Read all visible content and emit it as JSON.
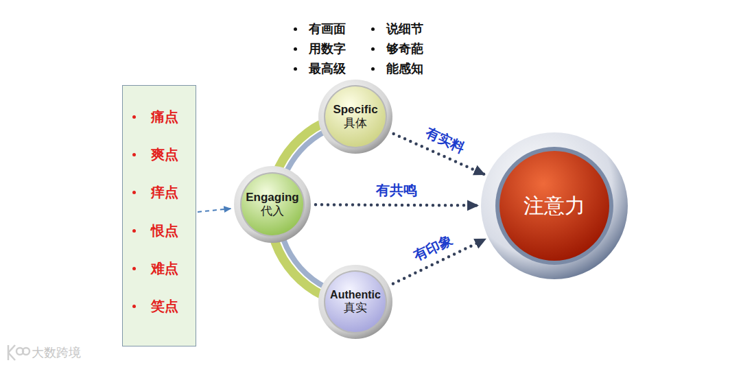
{
  "diagram": {
    "nodes": [
      {
        "text": [
          "痛点",
          "爽点",
          "痒点",
          "恨点",
          "难点",
          "笑点"
        ]
      },
      {
        "text": [
          "Engaging",
          "代入"
        ]
      },
      {
        "text": [
          "Specific",
          "具体"
        ]
      },
      {
        "text": [
          "Authentic",
          "真实"
        ]
      },
      {
        "text": [
          "注意力"
        ]
      }
    ],
    "edges": [
      {
        "from": 0,
        "to": 1,
        "arrow": "to"
      },
      {
        "from": 2,
        "to": 4,
        "label": "有实料",
        "arrow": "to"
      },
      {
        "from": 1,
        "to": 4,
        "label": "有共鸣",
        "arrow": "to"
      },
      {
        "from": 3,
        "to": 4,
        "label": "有印象",
        "arrow": "to"
      }
    ],
    "labels": [
      "有画面",
      "说细节",
      "用数字",
      "够奇葩",
      "最高级",
      "能感知",
      "大数跨境"
    ]
  }
}
